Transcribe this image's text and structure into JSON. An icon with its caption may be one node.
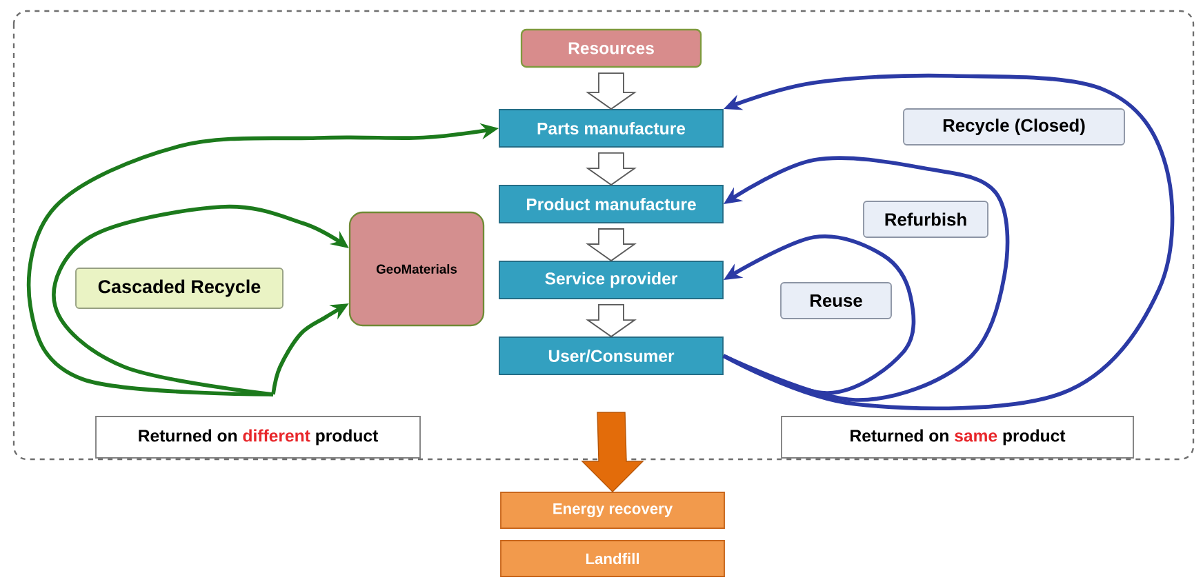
{
  "diagram": {
    "nodes": [
      {
        "text": [
          "Resources"
        ]
      },
      {
        "text": [
          "Parts manufacture"
        ]
      },
      {
        "text": [
          "Product manufacture"
        ]
      },
      {
        "text": [
          "Service provider"
        ]
      },
      {
        "text": [
          "User/Consumer"
        ]
      },
      {
        "text": [
          "GeoMaterials"
        ]
      },
      {
        "text": [
          "Cascaded Recycle"
        ]
      },
      {
        "text": [
          "Recycle (Closed)"
        ]
      },
      {
        "text": [
          "Refurbish"
        ]
      },
      {
        "text": [
          "Reuse"
        ]
      },
      {
        "text": [
          "Returned on",
          "different",
          "product"
        ]
      },
      {
        "text": [
          "Returned on",
          "same",
          "product"
        ]
      },
      {
        "text": [
          "Energy recovery"
        ]
      },
      {
        "text": [
          "Landfill"
        ]
      }
    ],
    "edges": [
      {
        "from": 0,
        "to": 1,
        "arrow": "to",
        "style": "thick"
      },
      {
        "from": 1,
        "to": 2,
        "arrow": "to",
        "style": "thick"
      },
      {
        "from": 2,
        "to": 3,
        "arrow": "to",
        "style": "thick"
      },
      {
        "from": 3,
        "to": 4,
        "arrow": "to",
        "style": "thick"
      },
      {
        "from": 4,
        "to": 12,
        "arrow": "to",
        "style": "thick",
        "color": "#e36c0a"
      },
      {
        "from": 4,
        "to": 1,
        "arrow": "to",
        "color": "#2b3aa5"
      },
      {
        "from": 4,
        "to": 2,
        "arrow": "to",
        "color": "#2b3aa5"
      },
      {
        "from": 4,
        "to": 3,
        "arrow": "to",
        "color": "#2b3aa5"
      },
      {
        "from": null,
        "to": 1,
        "arrow": "to",
        "color": "#1c7a1c"
      },
      {
        "from": null,
        "to": 5,
        "arrow": "to",
        "color": "#1c7a1c"
      },
      {
        "from": null,
        "to": 5,
        "arrow": "to",
        "color": "#1c7a1c"
      }
    ]
  }
}
